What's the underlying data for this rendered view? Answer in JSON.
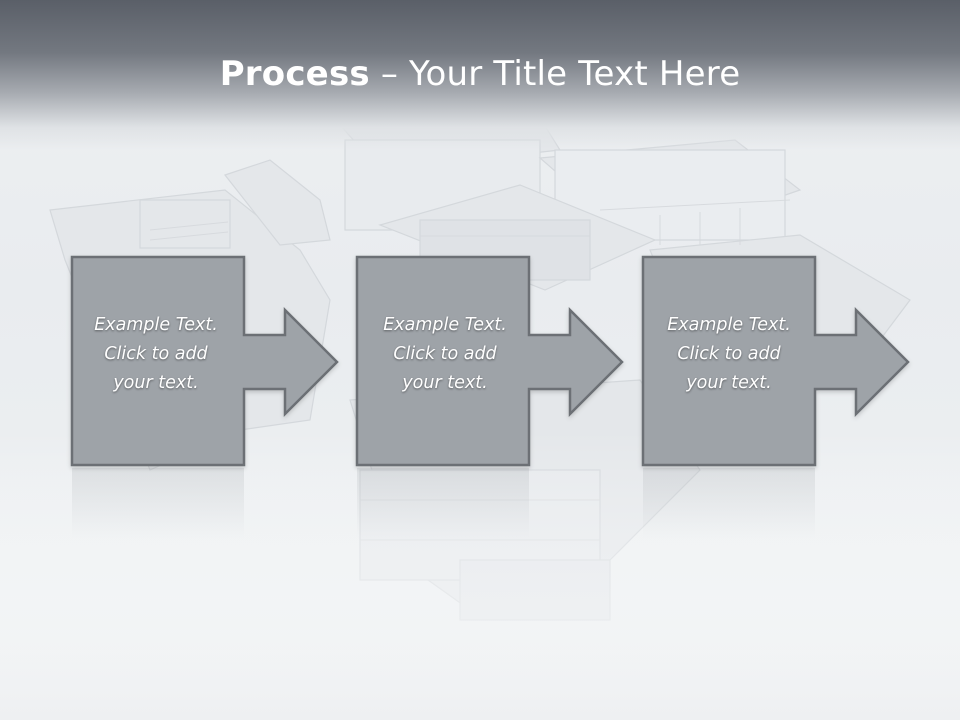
{
  "slide": {
    "title_strong": "Process",
    "title_light": " – Your Title Text Here"
  },
  "steps": [
    {
      "line1": "Example Text.",
      "line2": "Click  to add",
      "line3": "your text."
    },
    {
      "line1": "Example Text.",
      "line2": "Click  to add",
      "line3": "your text."
    },
    {
      "line1": "Example Text.",
      "line2": "Click  to add",
      "line3": "your text."
    }
  ],
  "colors": {
    "header_dark": "#5a5f68",
    "box_fill": "#9ea3a8",
    "box_stroke": "#6c7075",
    "text": "#ffffff"
  }
}
